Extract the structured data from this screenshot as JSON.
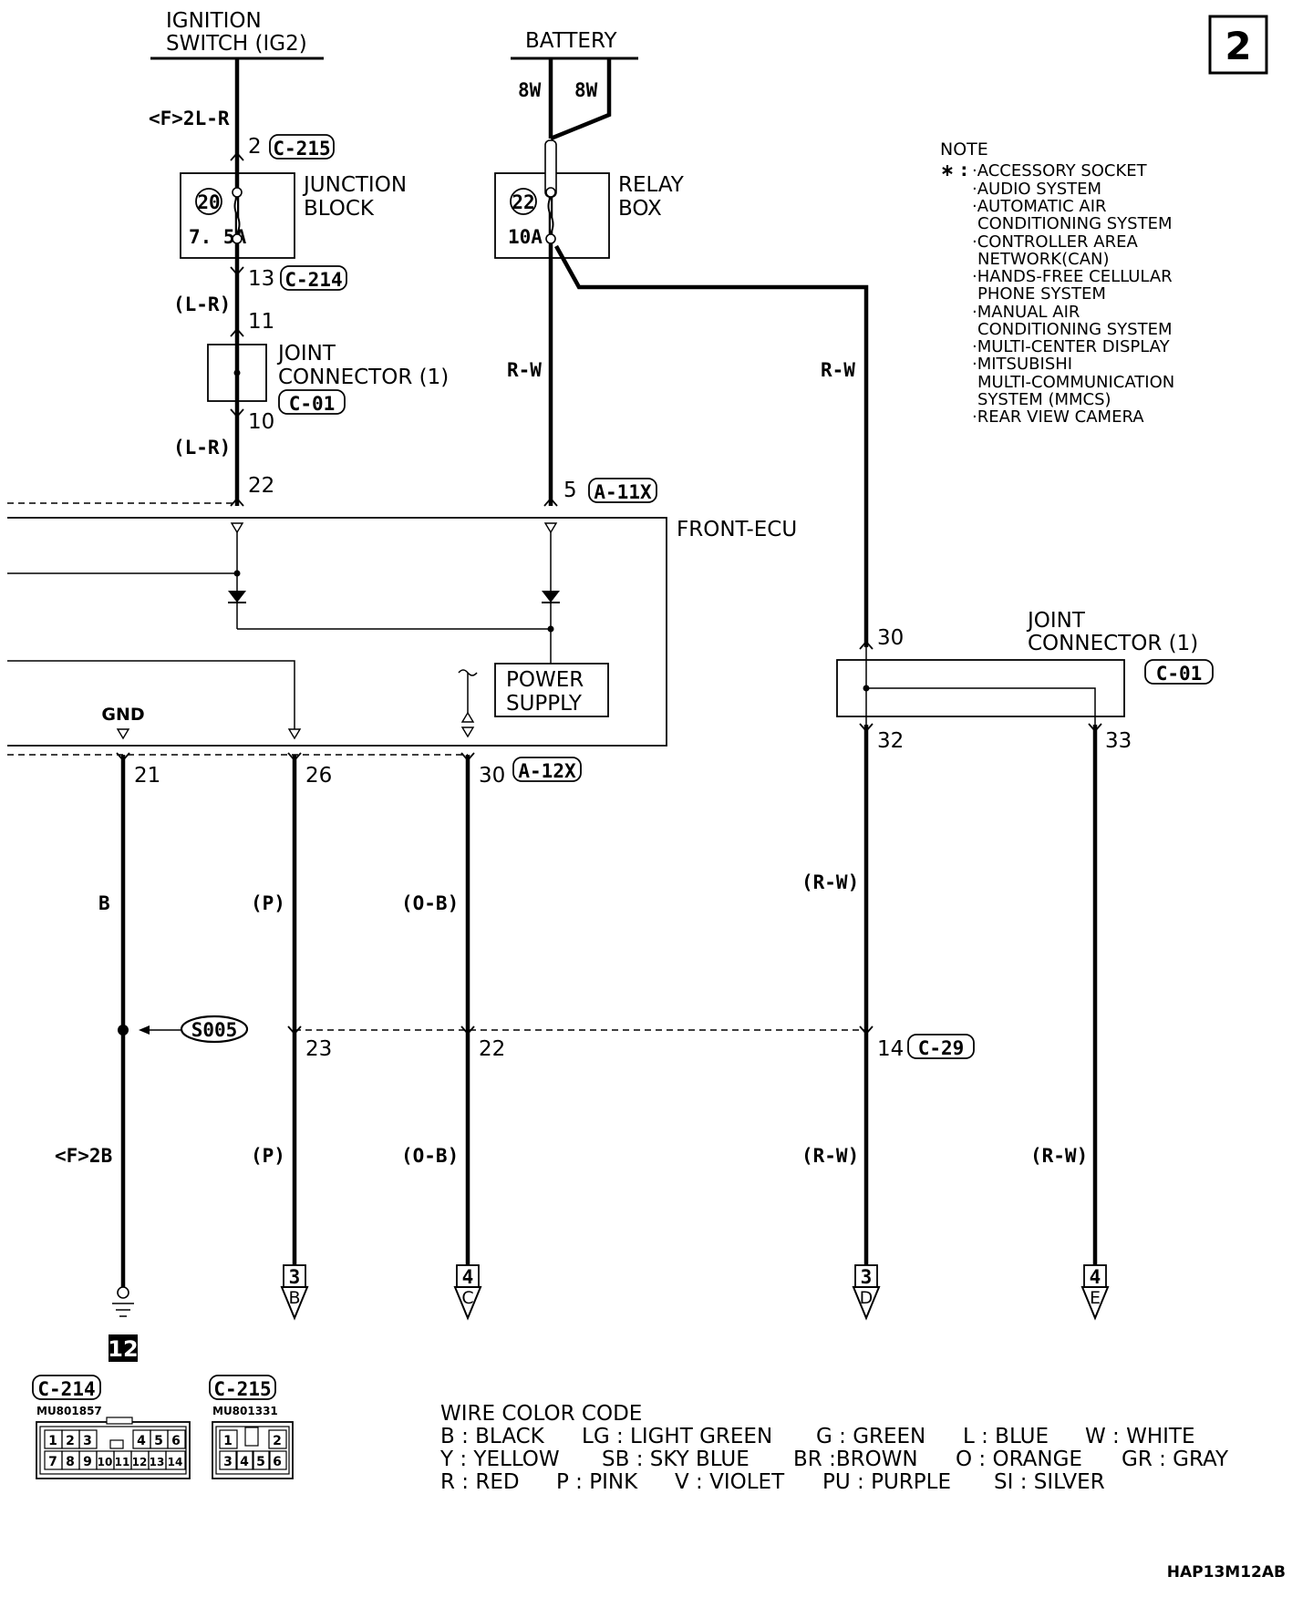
{
  "page_number": "2",
  "image_code": "HAP13M12AB",
  "sources": {
    "ignition": [
      "IGNITION",
      "SWITCH (IG2)"
    ],
    "battery": "BATTERY",
    "battery_wires": [
      "8W",
      "8W"
    ]
  },
  "junction_block": {
    "name": [
      "JUNCTION",
      "BLOCK"
    ],
    "fuse_no": "20",
    "fuse_rating": "7. 5A",
    "wire_in": "<F>2L-R",
    "pin_in": "2",
    "conn_in": "C-215",
    "pin_out": "13",
    "conn_out": "C-214",
    "wire_out": "(L-R)"
  },
  "relay_box": {
    "name": [
      "RELAY",
      "BOX"
    ],
    "fuse_no": "22",
    "fuse_rating": "10A",
    "wire_left": "R-W",
    "wire_right": "R-W"
  },
  "joint_connector_top": {
    "name": [
      "JOINT",
      "CONNECTOR (1)"
    ],
    "conn": "C-01",
    "pin_in": "11",
    "pin_out": "10",
    "wire_out": "(L-R)"
  },
  "front_ecu": {
    "name": "FRONT-ECU",
    "pin_ig": "22",
    "pin_batt": "5",
    "conn_top": "A-11X",
    "power_supply": [
      "POWER",
      "SUPPLY"
    ],
    "gnd_label": "GND",
    "pins_bottom": [
      "21",
      "26",
      "30"
    ],
    "conn_bottom": "A-12X"
  },
  "joint_connector_right": {
    "name": [
      "JOINT",
      "CONNECTOR (1)"
    ],
    "conn": "C-01",
    "pin_in": "30",
    "pin_out_a": "32",
    "pin_out_b": "33"
  },
  "wires": {
    "w21": "B",
    "w26": "(P)",
    "w30": "(O-B)",
    "w32": "(R-W)",
    "w21_lower": "<F>2B",
    "w26_lower": "(P)",
    "w30_lower": "(O-B)",
    "w32_lower": "(R-W)",
    "w33_lower": "(R-W)"
  },
  "splice": "S005",
  "mid_connector": {
    "pins": [
      "23",
      "22",
      "14"
    ],
    "conn": "C-29"
  },
  "ground_no": "12",
  "terminals": [
    {
      "page": "3",
      "letter": "B"
    },
    {
      "page": "4",
      "letter": "C"
    },
    {
      "page": "3",
      "letter": "D"
    },
    {
      "page": "4",
      "letter": "E"
    }
  ],
  "note": {
    "title": "NOTE",
    "marker": "∗ :",
    "lines": [
      "·ACCESSORY SOCKET",
      "·AUDIO SYSTEM",
      "·AUTOMATIC AIR",
      "CONDITIONING SYSTEM",
      "·CONTROLLER AREA",
      "NETWORK(CAN)",
      "·HANDS-FREE CELLULAR",
      "PHONE SYSTEM",
      "·MANUAL AIR",
      "CONDITIONING SYSTEM",
      "·MULTI-CENTER DISPLAY",
      "·MITSUBISHI",
      "MULTI-COMMUNICATION",
      "SYSTEM (MMCS)",
      "·REAR VIEW CAMERA"
    ]
  },
  "connector_views": [
    {
      "name": "C-214",
      "part": "MU801857",
      "pins_top": [
        "1",
        "2",
        "3",
        "4",
        "5",
        "6"
      ],
      "pins_bottom": [
        "7",
        "8",
        "9",
        "10",
        "11",
        "12",
        "13",
        "14"
      ]
    },
    {
      "name": "C-215",
      "part": "MU801331",
      "pins_top": [
        "1",
        "2"
      ],
      "pins_bottom": [
        "3",
        "4",
        "5",
        "6"
      ]
    }
  ],
  "color_code": {
    "title": "WIRE COLOR CODE",
    "rows": [
      [
        "B : BLACK",
        "LG : LIGHT GREEN",
        "G : GREEN",
        "L : BLUE",
        "W : WHITE"
      ],
      [
        "Y : YELLOW",
        "SB : SKY BLUE",
        "BR :BROWN",
        "O : ORANGE",
        "GR : GRAY"
      ],
      [
        "R : RED",
        "P : PINK",
        "V : VIOLET",
        "PU : PURPLE",
        "SI : SILVER"
      ]
    ]
  }
}
